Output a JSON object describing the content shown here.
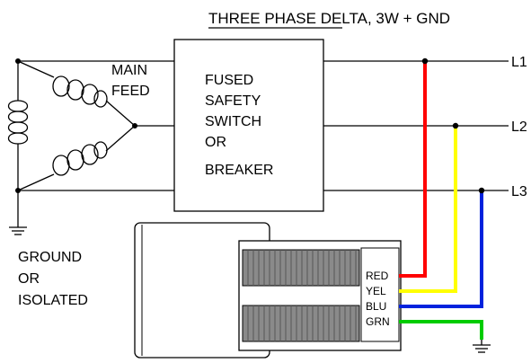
{
  "title": "THREE PHASE DELTA, 3W + GND",
  "labels": {
    "main_feed_line1": "MAIN",
    "main_feed_line2": "FEED",
    "switch_line1": "FUSED",
    "switch_line2": "SAFETY",
    "switch_line3": "SWITCH",
    "switch_line4": "OR",
    "switch_line5": "BREAKER",
    "ground_line1": "GROUND",
    "ground_line2": "OR",
    "ground_line3": "ISOLATED"
  },
  "lines": [
    "L1",
    "L2",
    "L3"
  ],
  "wires": [
    {
      "label": "RED",
      "color": "#ff0000"
    },
    {
      "label": "YEL",
      "color": "#ffff00"
    },
    {
      "label": "BLU",
      "color": "#0022dd"
    },
    {
      "label": "GRN",
      "color": "#00cc00"
    }
  ]
}
